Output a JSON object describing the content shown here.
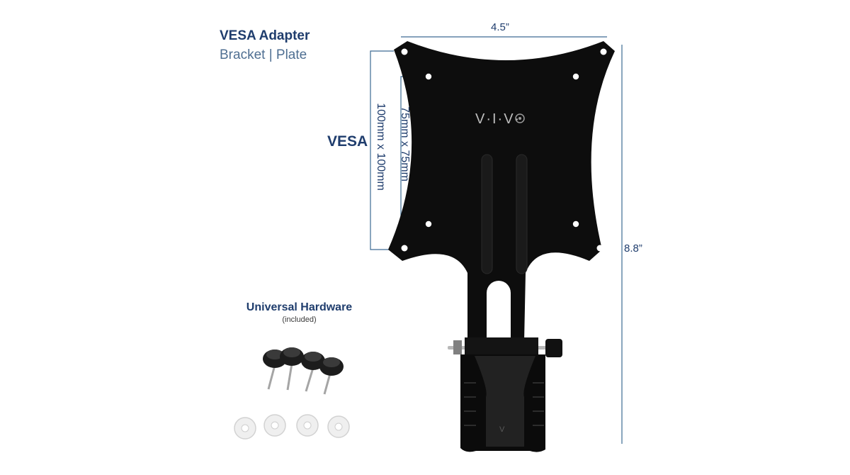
{
  "product": {
    "title": "VESA Adapter",
    "subtitle": "Bracket | Plate"
  },
  "dimensions": {
    "vesa_label": "VESA",
    "width": "4.5”",
    "height": "8.8”",
    "vesa_100": "100mm x 100mm",
    "vesa_75": "75mm x 75mm"
  },
  "plate": {
    "logo": "V·I·V·"
  },
  "hardware": {
    "title": "Universal Hardware",
    "subtitle": "(included)"
  },
  "colors": {
    "dimension_line": "#3d6b93",
    "text_navy": "#1f3d6d",
    "plate": "#0d0d0d"
  }
}
